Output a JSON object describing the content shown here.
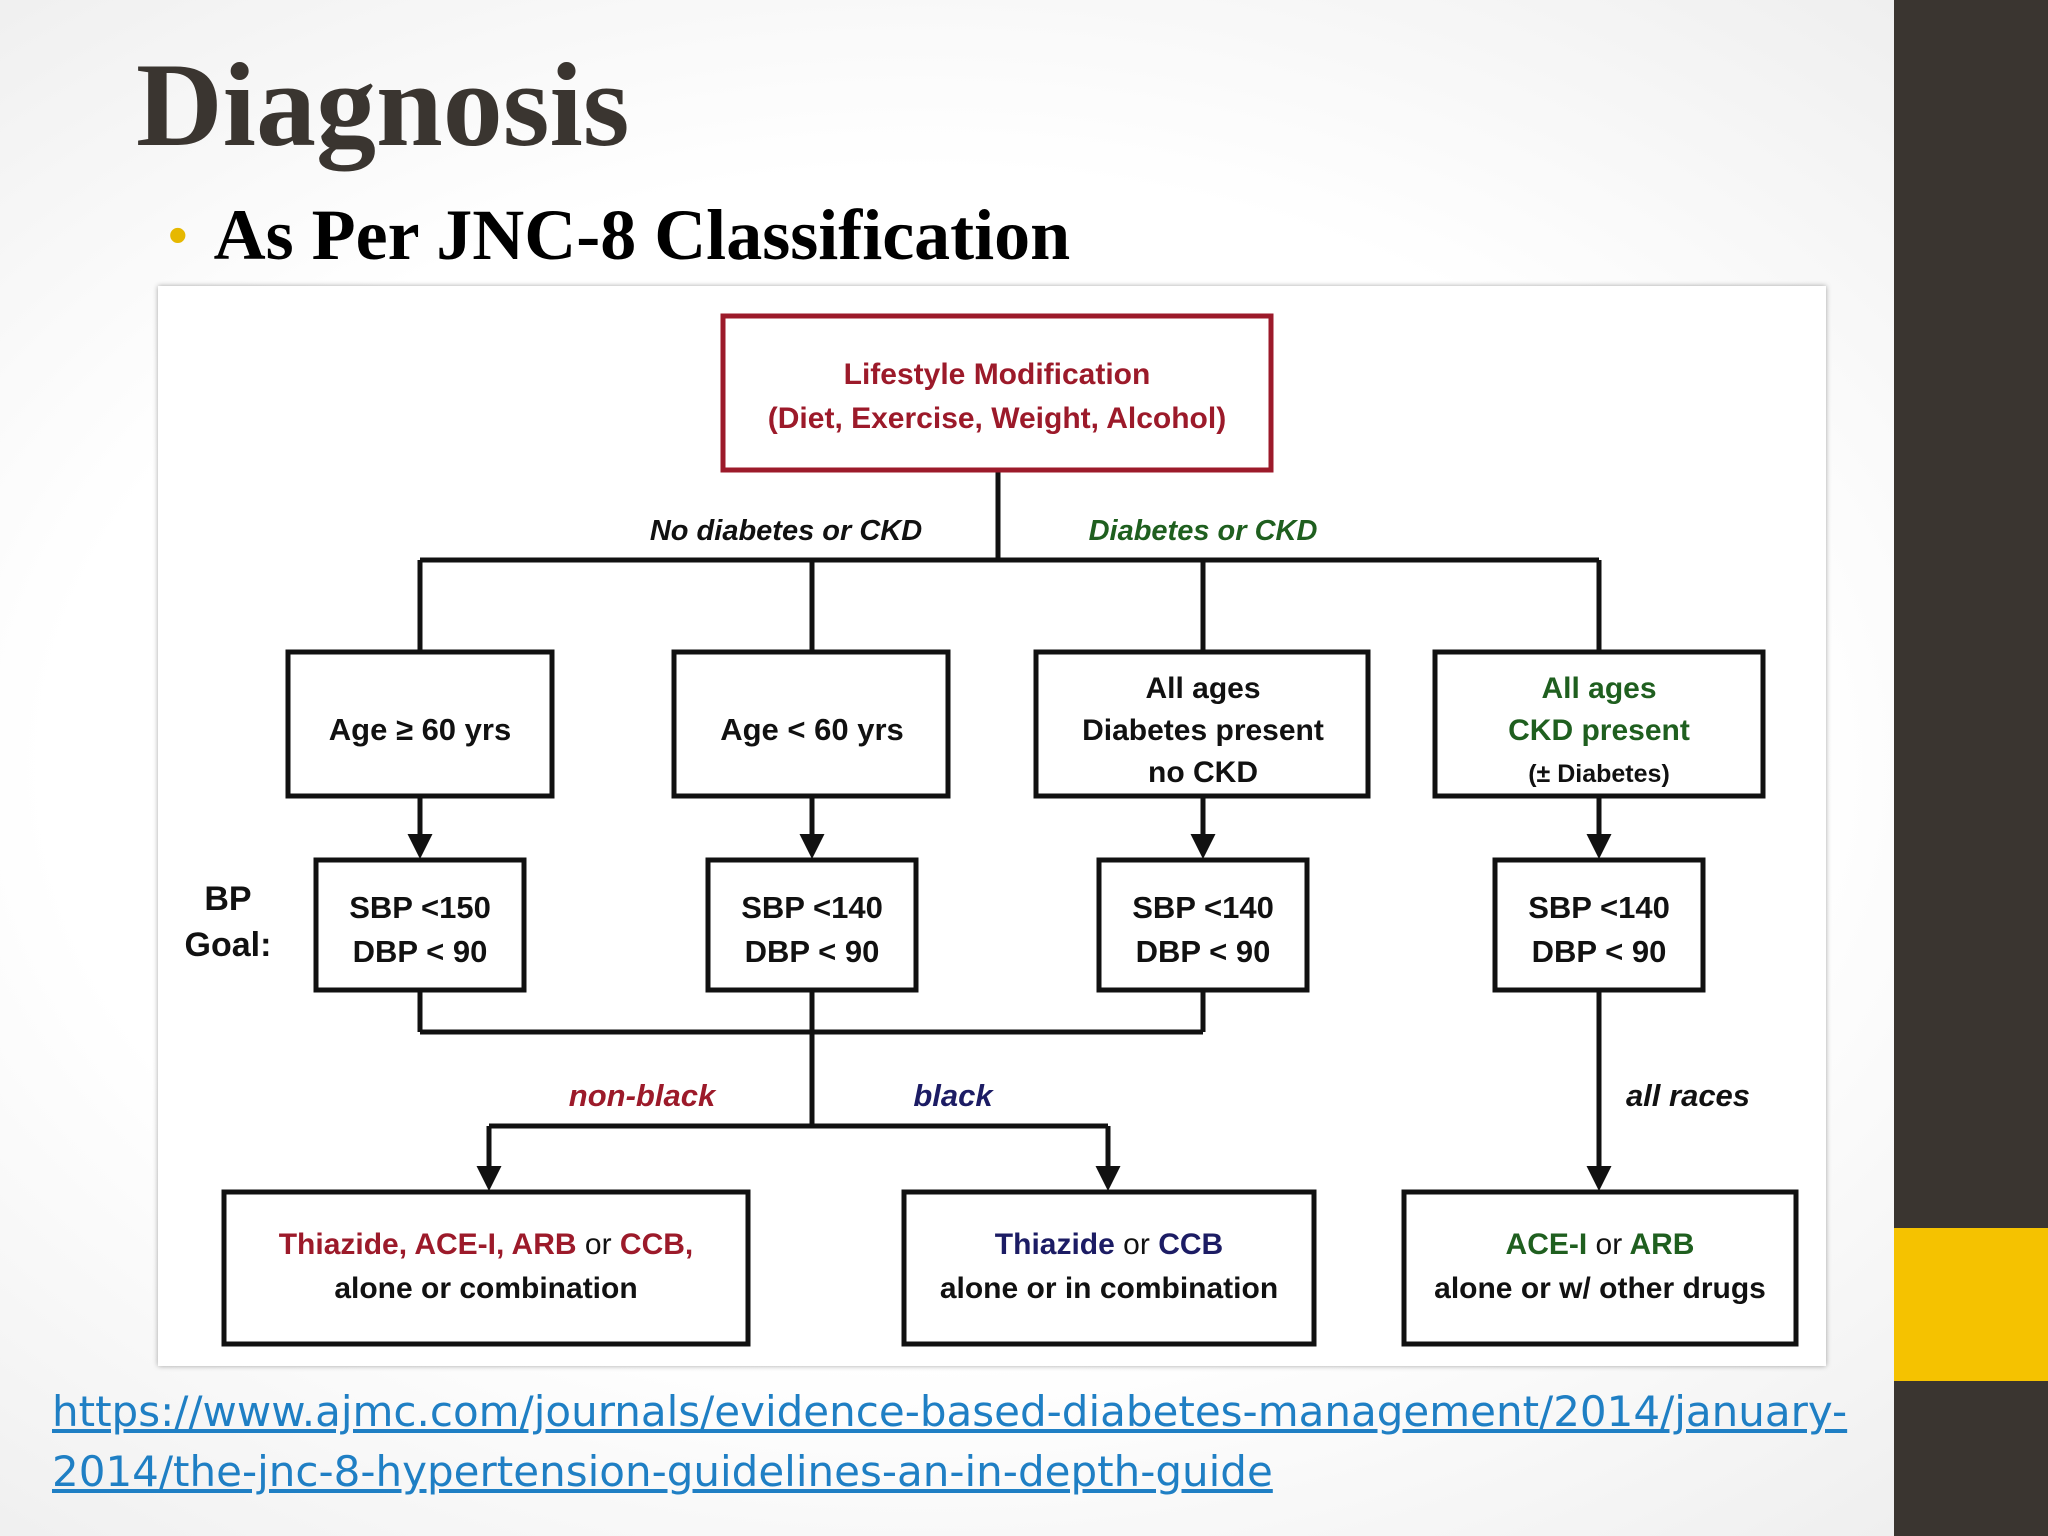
{
  "slide": {
    "title": "Diagnosis",
    "bullet": "As Per JNC-8 Classification",
    "bullet_color": "#e6b800",
    "source_link_lines": [
      "https://www.ajmc.com/journals/evidence-based-diabetes-management/2014/january-",
      "2014/the-jnc-8-hypertension-guidelines-an-in-depth-guide"
    ],
    "accent_colors": {
      "dark_bar": "#3a3530",
      "accent_block": "#f5c200",
      "link": "#1f7fc4"
    }
  },
  "diagram": {
    "colors": {
      "red": "#9c1a2a",
      "green": "#1f5f1f",
      "navy": "#1c1c64",
      "black": "#111111"
    },
    "root": {
      "line1": "Lifestyle Modification",
      "line2": "(Diet, Exercise, Weight, Alcohol)"
    },
    "branch_labels": {
      "no_diabetes": "No diabetes or CKD",
      "diabetes": "Diabetes or CKD"
    },
    "groups": {
      "age60plus": "Age ≥ 60 yrs",
      "ageunder60": "Age < 60 yrs",
      "diabetes": {
        "line1": "All ages",
        "line2": "Diabetes present",
        "line3": "no CKD"
      },
      "ckd": {
        "line1": "All ages",
        "line2": "CKD present",
        "line3": "(± Diabetes)"
      }
    },
    "bp_goal_label": {
      "line1": "BP",
      "line2": "Goal:"
    },
    "goals": [
      {
        "sbp": "SBP <150",
        "dbp": "DBP < 90"
      },
      {
        "sbp": "SBP <140",
        "dbp": "DBP < 90"
      },
      {
        "sbp": "SBP <140",
        "dbp": "DBP < 90"
      },
      {
        "sbp": "SBP <140",
        "dbp": "DBP < 90"
      }
    ],
    "race_labels": {
      "non_black": "non-black",
      "black": "black",
      "all": "all races"
    },
    "treatments": {
      "non_black": {
        "drug1": "Thiazide,",
        "drug2": "ACE-I,",
        "drug3": "ARB",
        "or": "or",
        "drug4": "CCB,",
        "line2": "alone or combination"
      },
      "black": {
        "drug1": "Thiazide",
        "or": "or",
        "drug2": "CCB",
        "line2": "alone or in combination"
      },
      "all": {
        "drug1": "ACE-I",
        "or": "or",
        "drug2": "ARB",
        "line2": "alone or w/ other drugs"
      }
    }
  }
}
